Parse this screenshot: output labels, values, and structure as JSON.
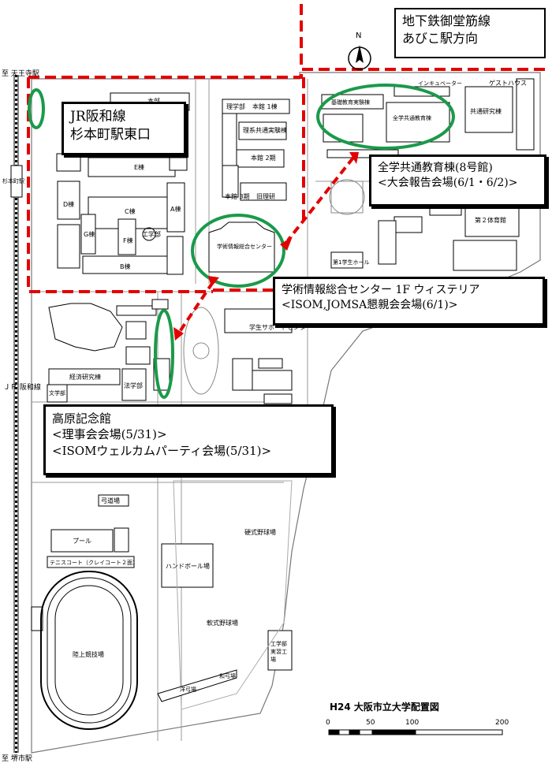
{
  "callouts": {
    "subway": {
      "line1": "地下鉄御堂筋線",
      "line2": "あびこ駅方向"
    },
    "jr": {
      "line1": "JR阪和線",
      "line2": "杉本町駅東口"
    },
    "kyotsu": {
      "line1": "全学共通教育棟(8号館)",
      "line2": "<大会報告会場(6/1・6/2)>"
    },
    "gakujutsu": {
      "line1": "学術情報総合センター 1F ウィステリア",
      "line2": "<ISOM,JOMSA懇親会会場(6/1)>"
    },
    "takahara": {
      "line1": "高原記念館",
      "line2": "<理事会会場(5/31)>",
      "line3": "<ISOMウェルカムパーティ会場(5/31)>"
    }
  },
  "north_label": "N",
  "station_labels": {
    "tennoji": "至 天王寺駅",
    "sakai": "至 堺市駅",
    "jr_hanwa": "ＪＲ 阪和線",
    "sugimoto": "杉本町駅"
  },
  "building_labels": {
    "honbu": "本部",
    "rigakubu": "理学部",
    "honkan1": "本館 1棟",
    "rikei": "理系共通実験棟",
    "honkan2": "本館 2期",
    "honkan3": "本館 3期",
    "kyuseiken": "旧理研",
    "e_tou": "E棟",
    "c_tou": "C棟",
    "d_tou": "D棟",
    "f_tou": "F棟",
    "g_tou": "G棟",
    "a_tou": "A棟",
    "b_tou": "B棟",
    "kougakubu": "工学部",
    "gakujutsu_center": "学術情報総合センター",
    "kiso": "基礎教育実験棟",
    "zengaku": "全学共通教育棟",
    "kyotsu_kenkyu": "共通研究棟",
    "guesthouse": "ゲストハウス",
    "incubator": "インキュベーター",
    "dai2": "第２体育館",
    "dai1": "第1学生ホール",
    "student_support": "学生サポートセンター",
    "keizai": "経済研究棟",
    "hougaku": "法学部",
    "bunka": "文学部",
    "kyudo": "弓道場",
    "pool": "プール",
    "tennis": "テニスコート（クレイコート２面）",
    "handball": "ハンドボール場",
    "athletic": "陸上競技場",
    "koushiki": "硬式野球場",
    "nanshiki": "軟式野球場",
    "wagaku": "和弓場",
    "yogaku": "洋弓場",
    "kougaku_koujou": "工学部 実習工場"
  },
  "map_title": "H24 大阪市立大学配置図",
  "scale": [
    "0",
    "50",
    "100",
    "200"
  ]
}
